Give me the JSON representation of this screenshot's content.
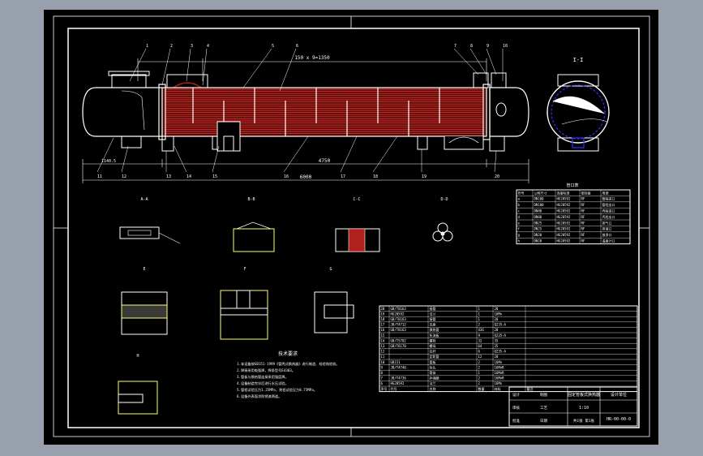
{
  "colors": {
    "window_bg": "#97a0ac",
    "canvas_bg": "#000000",
    "line": "#ffffff",
    "tube_fill": "#b0201c",
    "dim_text": "#ffffff",
    "weld_accent": "#ffff66",
    "nozzle_accent": "#3030ff"
  },
  "drawing": {
    "section_label": "I-I",
    "main_dims": {
      "overall_length": "6000",
      "tube_length": "4750",
      "dim_segment": "150 x 9=1350",
      "left_offset": "1140.5"
    },
    "leader_tags": [
      "1",
      "2",
      "3",
      "4",
      "5",
      "6",
      "7",
      "8",
      "9",
      "10",
      "11",
      "12",
      "13",
      "14",
      "15",
      "16",
      "17",
      "18",
      "19",
      "20"
    ],
    "detail_titles": [
      "A-A",
      "B-B",
      "C-C",
      "D-D",
      "E",
      "F",
      "G",
      "H"
    ],
    "notes_title": "技术要求",
    "note_lines": [
      "1.本设备按GB151-1999《管壳式换热器》进行制造、检验和验收。",
      "2.焊接采用电弧焊，焊条型号E4303。",
      "3.管板与换热管连接采用强度焊。",
      "4.设备制造完毕后进行水压试验。",
      "5.管程试验压力1.25MPa，壳程试验压力0.75MPa。",
      "6.设备外表面涂防锈漆两道。"
    ]
  },
  "nozzle_table": {
    "title": "管口表",
    "headers": [
      "符号",
      "公称尺寸",
      "连接标准",
      "密封面",
      "用途"
    ],
    "rows": [
      [
        "a",
        "DN100",
        "HG20592",
        "RF",
        "管程进口"
      ],
      [
        "b",
        "DN100",
        "HG20592",
        "RF",
        "管程出口"
      ],
      [
        "c",
        "DN80",
        "HG20592",
        "RF",
        "壳程进口"
      ],
      [
        "d",
        "DN80",
        "HG20592",
        "RF",
        "壳程出口"
      ],
      [
        "e",
        "DN25",
        "HG20592",
        "RF",
        "排气口"
      ],
      [
        "f",
        "DN25",
        "HG20592",
        "RF",
        "排液口"
      ],
      [
        "g",
        "DN20",
        "HG20592",
        "RF",
        "放净口"
      ],
      [
        "h",
        "DN20",
        "HG20592",
        "RF",
        "温度计口"
      ]
    ]
  },
  "parts_list": {
    "headers": [
      "序号",
      "代号",
      "名称",
      "数量",
      "材料",
      "备注"
    ],
    "rows": [
      [
        "20",
        "GB/T8163",
        "接管",
        "1",
        "20",
        ""
      ],
      [
        "19",
        "HG20592",
        "法兰",
        "1",
        "16Mn",
        ""
      ],
      [
        "18",
        "GB/T8163",
        "接管",
        "1",
        "20",
        ""
      ],
      [
        "17",
        "JB/T4712",
        "支座",
        "2",
        "Q235-A",
        ""
      ],
      [
        "16",
        "GB/T8163",
        "换热管",
        "436",
        "20",
        ""
      ],
      [
        "15",
        "",
        "折流板",
        "9",
        "Q235-A",
        ""
      ],
      [
        "14",
        "GB/T5782",
        "螺栓",
        "32",
        "35",
        ""
      ],
      [
        "13",
        "GB/T6170",
        "螺母",
        "64",
        "35",
        ""
      ],
      [
        "12",
        "",
        "拉杆",
        "6",
        "Q235-A",
        ""
      ],
      [
        "11",
        "",
        "定距管",
        "12",
        "20",
        ""
      ],
      [
        "10",
        "GB151",
        "管板",
        "2",
        "16Mn",
        ""
      ],
      [
        "9",
        "JB/T4746",
        "封头",
        "2",
        "16MnR",
        ""
      ],
      [
        "8",
        "",
        "筒体",
        "1",
        "16MnR",
        ""
      ],
      [
        "7",
        "JB/T4736",
        "补强圈",
        "2",
        "16MnR",
        ""
      ],
      [
        "6",
        "HG20592",
        "法兰",
        "2",
        "16Mn",
        ""
      ]
    ]
  },
  "title_block": {
    "drawing_title": "固定管板式换热器",
    "company": "设计单位",
    "scale": "1:10",
    "sheet": "共1张 第1张",
    "drawing_no": "HR-00-00-0",
    "fields": [
      "设计",
      "制图",
      "审核",
      "工艺",
      "批准",
      "日期"
    ]
  }
}
